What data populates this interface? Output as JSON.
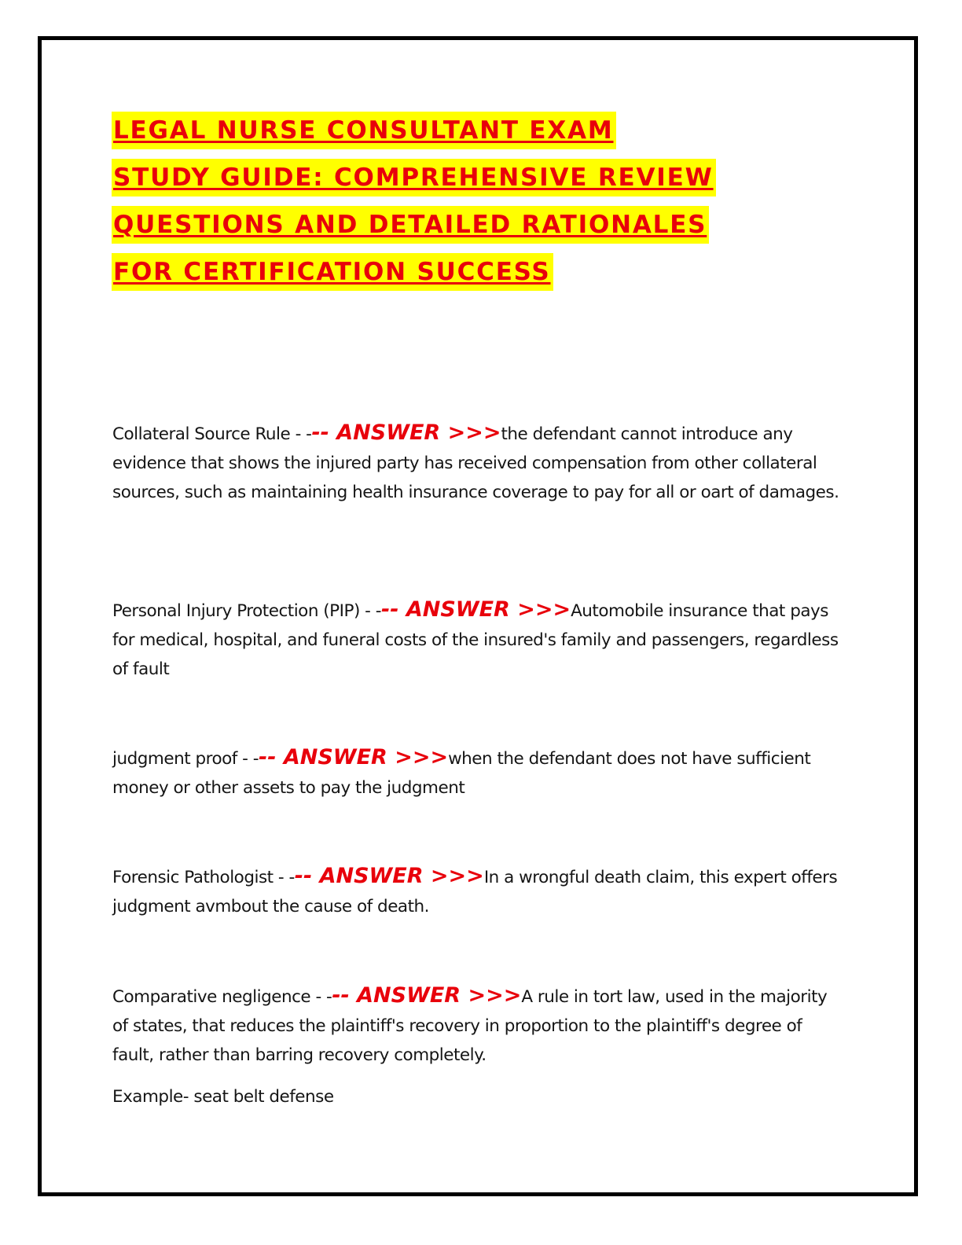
{
  "title_lines": [
    "LEGAL NURSE CONSULTANT EXAM",
    "STUDY GUIDE: COMPREHENSIVE REVIEW",
    "QUESTIONS AND DETAILED RATIONALES",
    "FOR CERTIFICATION SUCCESS"
  ],
  "answer_marker": "-- ANSWER >>>",
  "entries": [
    {
      "term": "Collateral Source Rule - -",
      "definition": "the defendant cannot introduce any evidence that shows the injured party has received compensation from other collateral sources, such as maintaining health insurance coverage to pay for all or oart of damages."
    },
    {
      "term": "Personal Injury Protection (PIP) - -",
      "definition": "Automobile insurance that pays for medical, hospital, and funeral costs of the insured's family and passengers, regardless of fault"
    },
    {
      "term": "judgment proof - -",
      "definition": "when the defendant does not have sufficient money or other assets to pay the judgment"
    },
    {
      "term": "Forensic Pathologist - -",
      "definition": "In a wrongful death claim, this expert offers judgment avmbout the cause of death."
    },
    {
      "term": "Comparative negligence - -",
      "definition": "A rule in tort law, used in the majority of states, that reduces the plaintiff's recovery in proportion to the plaintiff's degree of fault, rather than barring recovery completely.",
      "extra": "Example- seat belt defense"
    }
  ]
}
